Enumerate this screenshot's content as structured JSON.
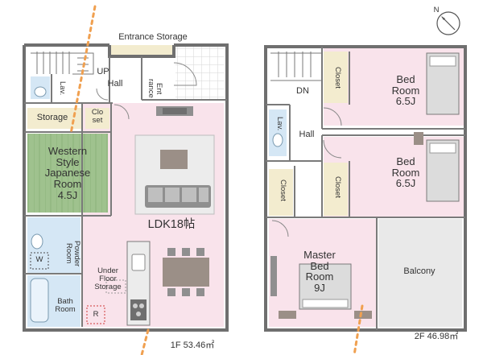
{
  "colors": {
    "wall": "#6f6f6f",
    "pink": "#f9e3eb",
    "green": "#9fc28e",
    "blue": "#d5e7f5",
    "beige": "#f3eccf",
    "corridor": "#ffffff",
    "balcony": "#e9e9e9",
    "tile": "#e3e3e3",
    "arrow": "#f0a050"
  },
  "compass": {
    "label": "N"
  },
  "floor1": {
    "entrance_storage": "Entrance Storage",
    "stairs_up": "UP",
    "hall": "Hall",
    "entrance": [
      "Ent",
      "rance"
    ],
    "lav": "Lav.",
    "storage": "Storage",
    "closet": [
      "Clo",
      "set"
    ],
    "japanese_room": [
      "Western",
      "Style",
      "Japanese",
      "Room",
      "4.5J"
    ],
    "ldk": "LDK18帖",
    "powder_room": [
      "Powder",
      "Room"
    ],
    "washer": "W",
    "bath_room": [
      "Bath",
      "Room"
    ],
    "under_floor_storage": [
      "Under",
      "Floor",
      "Storage"
    ],
    "fridge": "R",
    "area": "1F 53.46㎡"
  },
  "floor2": {
    "stairs_down": "DN",
    "closet": "Closet",
    "hall": "Hall",
    "lav": "Lav.",
    "bedroom_a": [
      "Bed",
      "Room",
      "6.5J"
    ],
    "bedroom_b": [
      "Bed",
      "Room",
      "6.5J"
    ],
    "master_bedroom": [
      "Master",
      "Bed",
      "Room",
      "9J"
    ],
    "balcony": "Balcony",
    "area": "2F 46.98㎡"
  }
}
